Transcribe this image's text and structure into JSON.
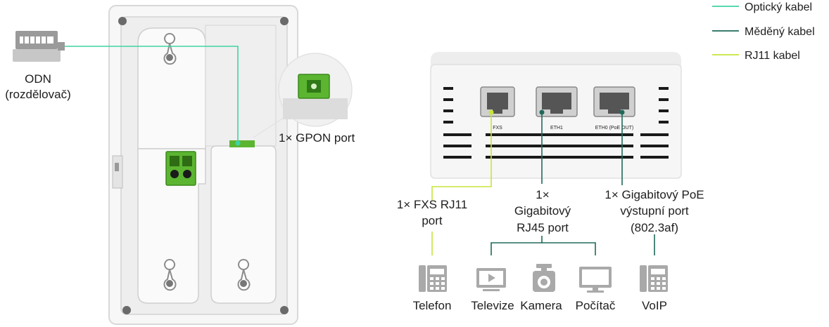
{
  "legend": {
    "optical": "Optický kabel",
    "copper": "Měděný kabel",
    "rj11": "RJ11 kabel"
  },
  "colors": {
    "optical": "#3fd3a4",
    "copper": "#1f6a5a",
    "rj11": "#c5e63a",
    "device_body": "#f4f4f4",
    "port_green": "#5cb531",
    "icon_gray": "#a9a9a9"
  },
  "left_device": {
    "odn_label_line1": "ODN",
    "odn_label_line2": "(rozdělovač)",
    "gpon_label": "1× GPON port"
  },
  "right_device": {
    "port_labels": [
      "FXS",
      "ETH1",
      "ETH0 (PoE OUT)"
    ],
    "fxs_line1": "1× FXS RJ11",
    "fxs_line2": "port",
    "gig_line1": "1×",
    "gig_line2": "Gigabitový",
    "gig_line3": "RJ45 port",
    "poe_line1": "1× Gigabitový PoE",
    "poe_line2": "výstupní port",
    "poe_line3": "(802.3af)"
  },
  "devices": {
    "telefon": "Telefon",
    "televize": "Televize",
    "kamera": "Kamera",
    "pocitac": "Počítač",
    "voip": "VoIP"
  }
}
